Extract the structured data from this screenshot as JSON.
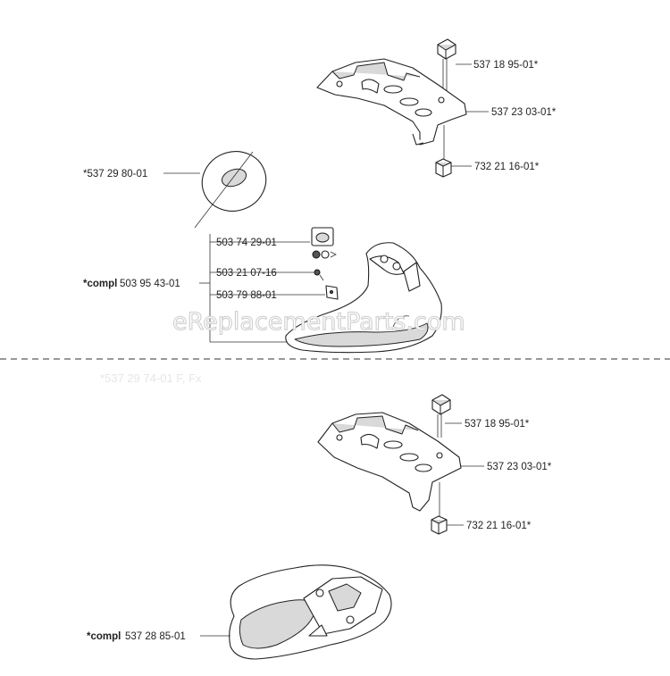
{
  "upper": {
    "knob_label": "537 18 95-01*",
    "cover_label": "537 23 03-01*",
    "nut_label": "732 21 16-01*",
    "washer_label": "*537 29 80-01",
    "kit_prefix": "*compl",
    "kit_number": "503 95 43-01",
    "kit_items": [
      "503 74 29-01",
      "503 21 07-16",
      "503 79 88-01"
    ]
  },
  "divider_ghost_text": "*537 29 74-01 F, Fx",
  "watermark": "eReplacementParts.com",
  "lower": {
    "knob_label": "537 18 95-01*",
    "cover_label": "537 23 03-01*",
    "nut_label": "732 21 16-01*",
    "kit_prefix": "*compl",
    "kit_number": "537 28 85-01"
  },
  "icons": [
    "knob-icon",
    "cover-icon",
    "nut-icon",
    "washer-icon",
    "handle-icon",
    "screw-icon",
    "clip-icon",
    "tool-kit-icon"
  ]
}
